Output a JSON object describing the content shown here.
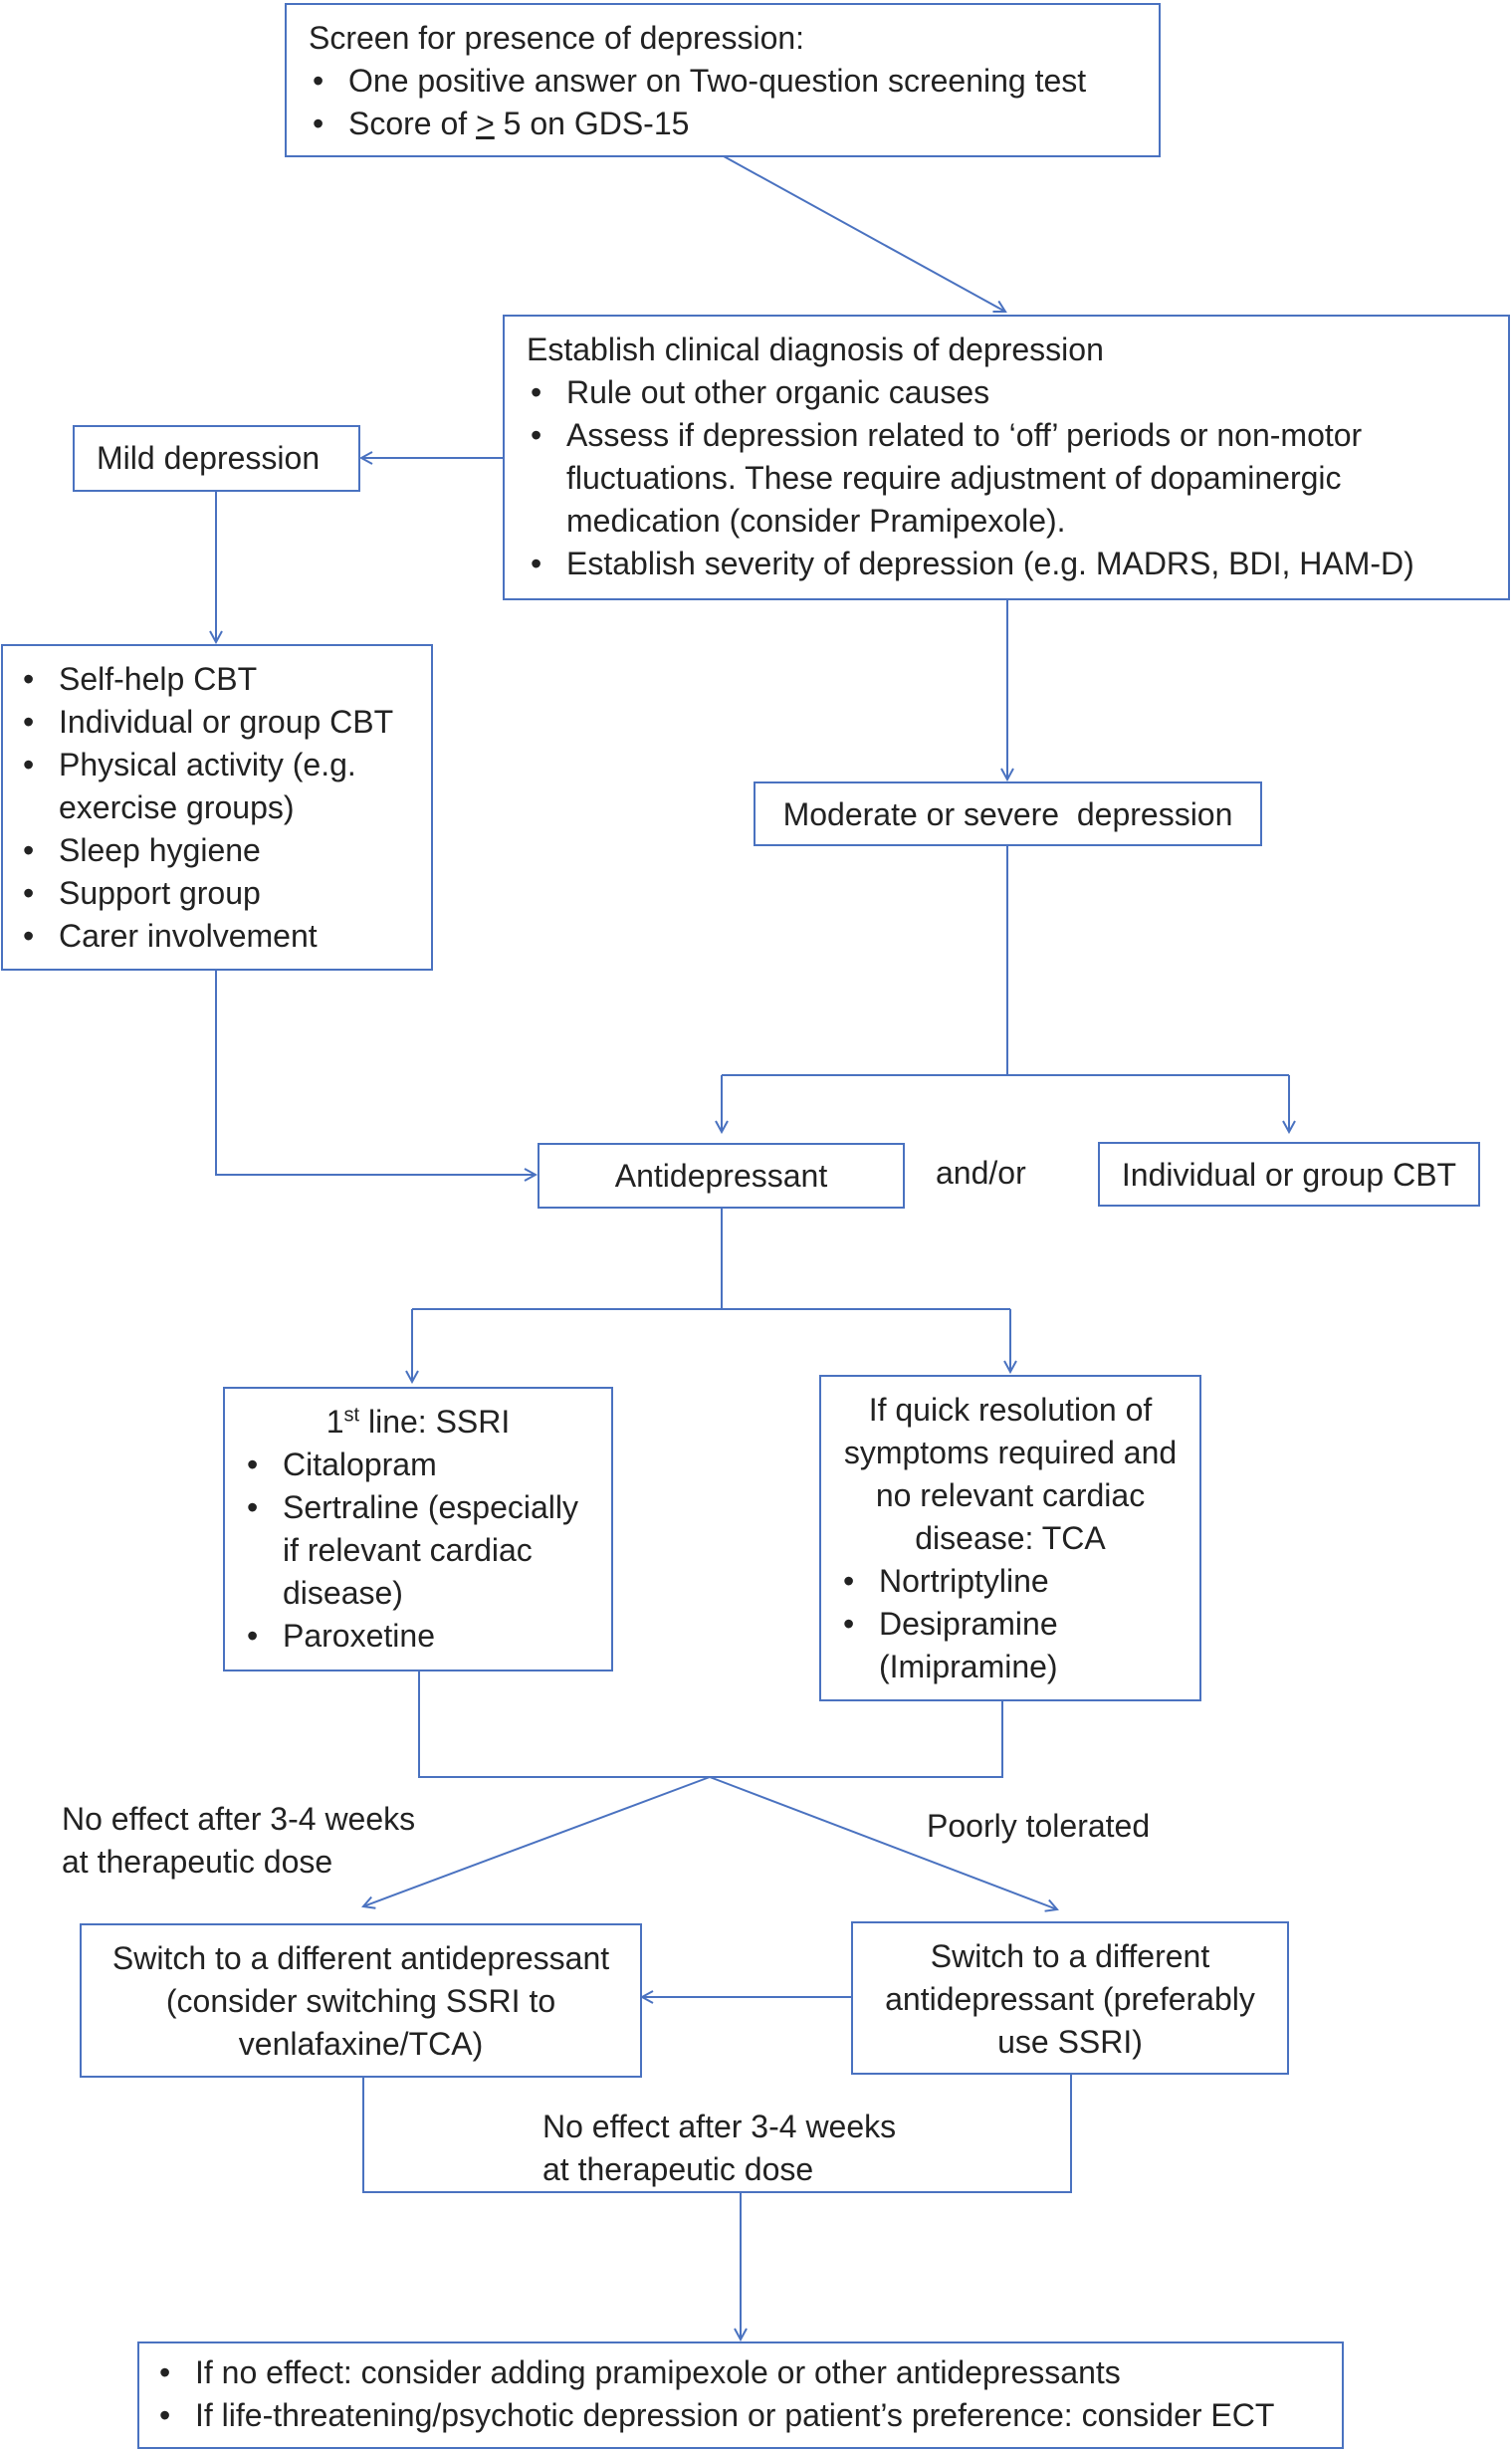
{
  "screen": {
    "title": "Screen for presence of depression:",
    "bullet1": "One positive answer on Two-question screening test",
    "bullet2_prefix": "Score of ",
    "bullet2_symbol": ">",
    "bullet2_suffix": " 5 on GDS-15"
  },
  "diagnosis": {
    "title": "Establish clinical diagnosis of depression",
    "bullets": [
      "Rule out other organic causes",
      "Assess if depression related to ‘off’ periods or non-motor fluctuations. These require adjustment of dopaminergic medication (consider Pramipexole).",
      "Establish severity of depression (e.g. MADRS, BDI, HAM-D)"
    ]
  },
  "mild": {
    "label": "Mild depression"
  },
  "mild_options": {
    "bullets": [
      "Self-help CBT",
      "Individual or group CBT",
      "Physical activity (e.g. exercise groups)",
      "Sleep hygiene",
      "Support group",
      "Carer involvement"
    ]
  },
  "moderate": {
    "label": "Moderate or severe  depression"
  },
  "antidepressant": {
    "label": "Antidepressant"
  },
  "andor": {
    "label": "and/or"
  },
  "cbt": {
    "label": "Individual or group CBT"
  },
  "ssri": {
    "title_num": "1",
    "title_sup": "st",
    "title_rest": " line: SSRI",
    "bullets": [
      "Citalopram",
      "Sertraline (especially if relevant cardiac disease)",
      "Paroxetine"
    ]
  },
  "tca": {
    "title": "If quick resolution of symptoms required and no relevant cardiac disease: TCA",
    "bullets": [
      "Nortriptyline",
      "Desipramine (Imipramine)"
    ]
  },
  "labels": {
    "no_effect_1": [
      "No effect after 3-4 weeks",
      "at therapeutic dose"
    ],
    "poorly_tolerated": "Poorly tolerated",
    "no_effect_2": [
      "No effect after 3-4 weeks",
      "at therapeutic dose"
    ]
  },
  "switch_left": {
    "text": "Switch to a different antidepressant (consider switching SSRI to venlafaxine/TCA)"
  },
  "switch_right": {
    "text": "Switch to a different antidepressant (preferably use SSRI)"
  },
  "final": {
    "bullets": [
      "If no effect: consider adding pramipexole or other antidepressants",
      "If life-threatening/psychotic depression or patient’s preference: consider ECT"
    ]
  },
  "colors": {
    "line": "#4a72c0",
    "text": "#222222"
  }
}
